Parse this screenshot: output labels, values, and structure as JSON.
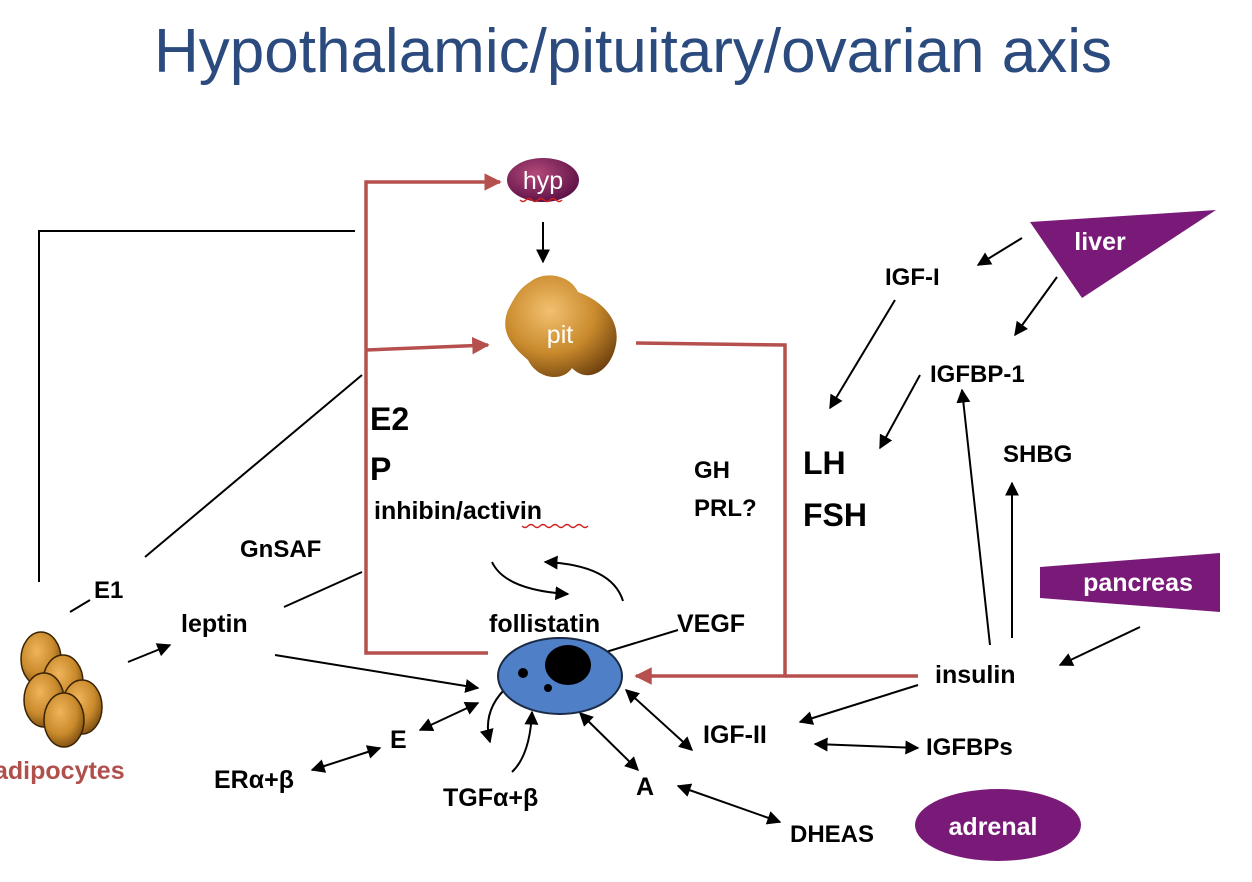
{
  "title": "Hypothalamic/pituitary/ovarian axis",
  "organs": {
    "hypothalamus": "hyp",
    "pituitary": "pit",
    "liver": "liver",
    "pancreas": "pancreas",
    "adrenal": "adrenal",
    "adipocytes": "adipocytes"
  },
  "feedback": {
    "e2": "E2",
    "p": "P",
    "inhibin_activin": "inhibin/activin"
  },
  "gonadotropins": {
    "lh": "LH",
    "fsh": "FSH"
  },
  "pituitary_other": {
    "gh": "GH",
    "prl": "PRL?"
  },
  "factors": {
    "igf1": "IGF-I",
    "igfbp1": "IGFBP-1",
    "shbg": "SHBG",
    "insulin": "insulin",
    "igf2": "IGF-II",
    "igfbps": "IGFBPs",
    "dheas": "DHEAS",
    "a": "A",
    "e": "E",
    "er": "ERα+β",
    "tgf": "TGFα+β",
    "e1": "E1",
    "leptin": "leptin",
    "gnsaf": "GnSAF",
    "follistatin": "follistatin",
    "vegf": "VEGF"
  },
  "colors": {
    "title": "#2b4a7d",
    "feedback_arrow": "#b5504e",
    "organ_purple": "#7a1a78",
    "follicle": "#4f7fc7",
    "pituitary_brown": "#c98a2c",
    "adipocyte_text": "#b0504d"
  }
}
